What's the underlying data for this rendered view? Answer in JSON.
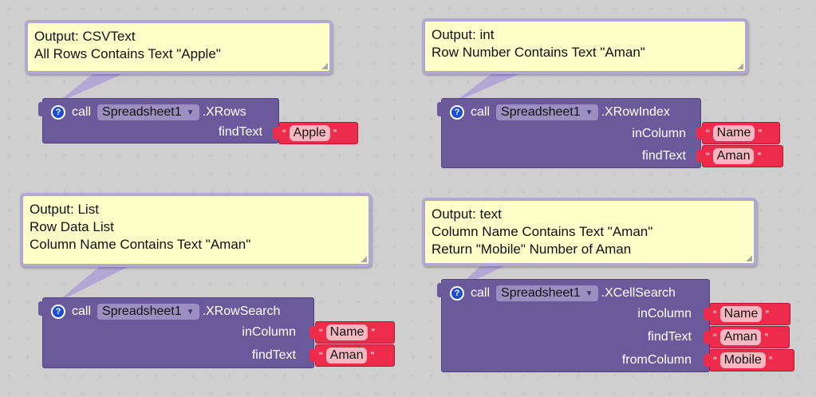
{
  "blocks": [
    {
      "comment": [
        "Output: CSVText",
        "All Rows Contains Text \"Apple\""
      ],
      "call": "call",
      "component": "Spreadsheet1",
      "method": ".XRows",
      "params": [
        {
          "label": "findText",
          "value": "Apple"
        }
      ]
    },
    {
      "comment": [
        "Output: int",
        "Row Number Contains Text \"Aman\""
      ],
      "call": "call",
      "component": "Spreadsheet1",
      "method": ".XRowIndex",
      "params": [
        {
          "label": "inColumn",
          "value": "Name"
        },
        {
          "label": "findText",
          "value": "Aman"
        }
      ]
    },
    {
      "comment": [
        "Output: List",
        "Row Data List",
        "Column Name Contains Text \"Aman\""
      ],
      "call": "call",
      "component": "Spreadsheet1",
      "method": ".XRowSearch",
      "params": [
        {
          "label": "inColumn",
          "value": "Name"
        },
        {
          "label": "findText",
          "value": "Aman"
        }
      ]
    },
    {
      "comment": [
        "Output: text",
        "Column Name Contains Text \"Aman\"",
        "Return \"Mobile\" Number of Aman"
      ],
      "call": "call",
      "component": "Spreadsheet1",
      "method": ".XCellSearch",
      "params": [
        {
          "label": "inColumn",
          "value": "Name"
        },
        {
          "label": "findText",
          "value": "Aman"
        },
        {
          "label": "fromColumn",
          "value": "Mobile"
        }
      ]
    }
  ],
  "icons": {
    "help": "question-mark-icon",
    "dropdown": "triangle-down-icon"
  },
  "colors": {
    "block": "#6a5a9c",
    "string": "#ed2b4b",
    "comment_bg": "#fefec8",
    "comment_border": "#b2a8d6"
  },
  "quote_open": "“",
  "quote_close": "”"
}
